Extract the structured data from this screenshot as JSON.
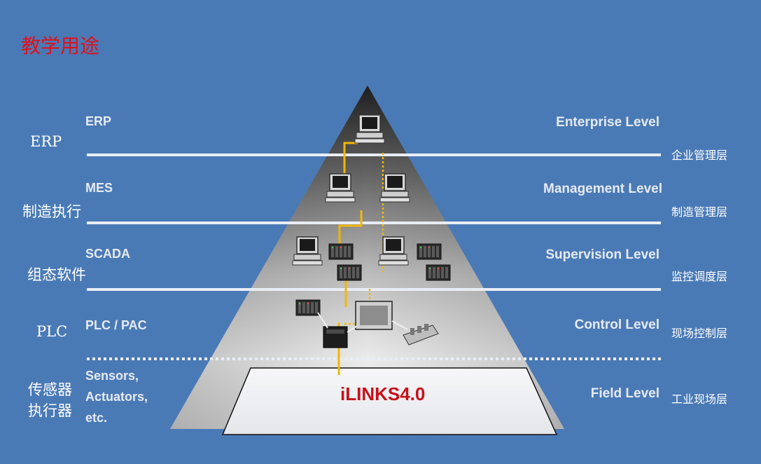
{
  "title": "教学用途",
  "brand": "iLINKS4.0",
  "levels": [
    {
      "cn_left": "ERP",
      "en_left": "ERP",
      "en_right": "Enterprise Level",
      "cn_right": "企业管理层"
    },
    {
      "cn_left": "制造执行",
      "en_left": "MES",
      "en_right": "Management Level",
      "cn_right": "制造管理层"
    },
    {
      "cn_left": "组态软件",
      "en_left": "SCADA",
      "en_right": "Supervision Level",
      "cn_right": "监控调度层"
    },
    {
      "cn_left": "PLC",
      "en_left": "PLC / PAC",
      "en_right": "Control Level",
      "cn_right": "现场控制层"
    },
    {
      "cn_left_lines": [
        "传感器",
        "执行器"
      ],
      "en_left_lines": [
        "Sensors,",
        "Actuators,",
        "etc."
      ],
      "en_right": "Field Level",
      "cn_right": "工业现场层"
    }
  ],
  "colors": {
    "background": "#4a7ab6",
    "title": "#e0101a",
    "brand": "#c8101a",
    "connector": "#f2b705",
    "divider": "#e9edf5"
  },
  "icons": [
    "computer-icon",
    "plc-rack-icon",
    "hmi-panel-icon",
    "io-module-icon",
    "controller-icon"
  ]
}
